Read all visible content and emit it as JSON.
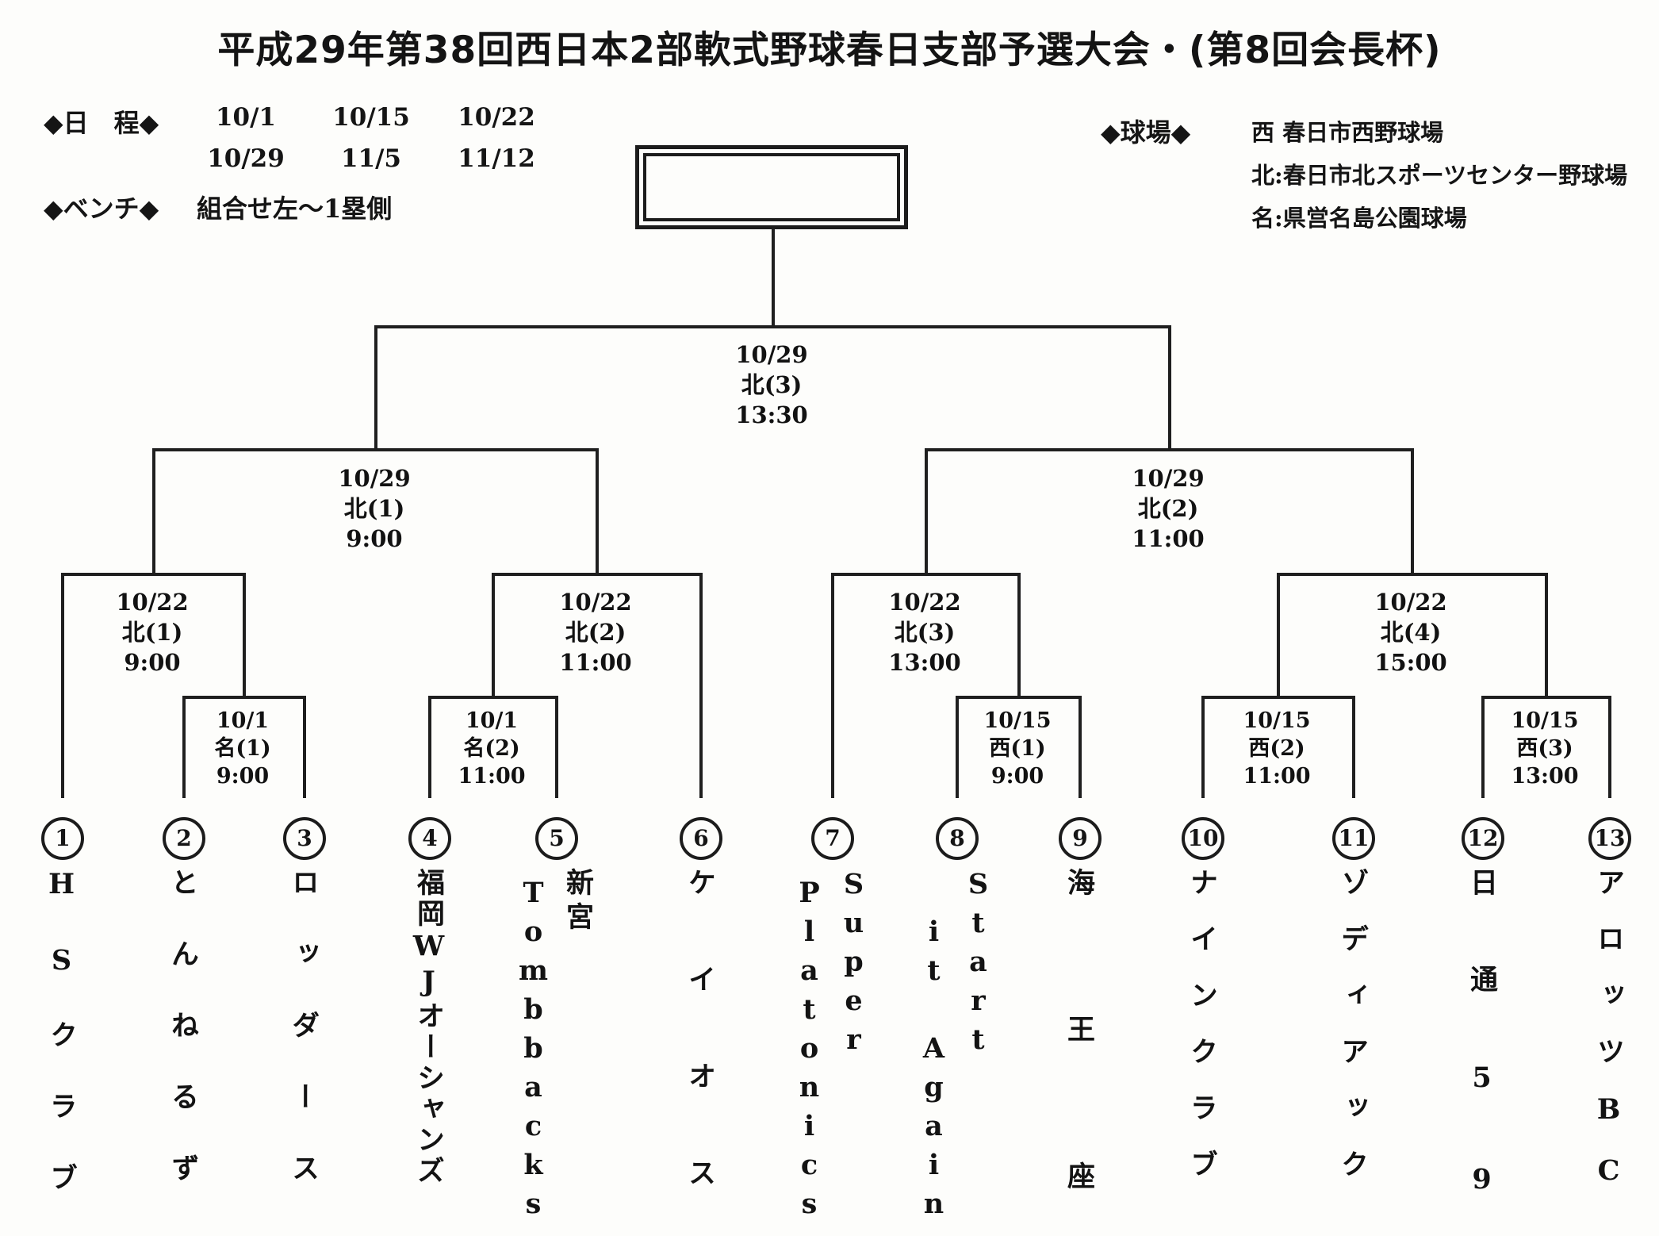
{
  "title": "平成29年第38回西日本2部軟式野球春日支部予選大会・(第8回会長杯)",
  "info": {
    "schedule_label": "◆日　程◆",
    "schedule_rows": [
      [
        "10/1",
        "10/15",
        "10/22"
      ],
      [
        "10/29",
        "11/5",
        "11/12"
      ]
    ],
    "bench_label": "◆ベンチ◆",
    "bench_value": "組合せ左～1塁側",
    "venue_label": "◆球場◆",
    "venues": [
      "西 春日市西野球場",
      "北:春日市北スポーツセンター野球場",
      "名:県営名島公園球場"
    ]
  },
  "champion_box_text": "",
  "matches": {
    "final": {
      "date": "10/29",
      "venue": "北(3)",
      "time": "13:30"
    },
    "semifinals": [
      {
        "date": "10/29",
        "venue": "北(1)",
        "time": "9:00"
      },
      {
        "date": "10/29",
        "venue": "北(2)",
        "time": "11:00"
      }
    ],
    "quarterfinals": [
      {
        "date": "10/22",
        "venue": "北(1)",
        "time": "9:00"
      },
      {
        "date": "10/22",
        "venue": "北(2)",
        "time": "11:00"
      },
      {
        "date": "10/22",
        "venue": "北(3)",
        "time": "13:00"
      },
      {
        "date": "10/22",
        "venue": "北(4)",
        "time": "15:00"
      }
    ],
    "round1": [
      {
        "date": "10/1",
        "venue": "名(1)",
        "time": "9:00"
      },
      {
        "date": "10/1",
        "venue": "名(2)",
        "time": "11:00"
      },
      {
        "date": "10/15",
        "venue": "西(1)",
        "time": "9:00"
      },
      {
        "date": "10/15",
        "venue": "西(2)",
        "time": "11:00"
      },
      {
        "date": "10/15",
        "venue": "西(3)",
        "time": "13:00"
      }
    ]
  },
  "teams": [
    {
      "num": "1",
      "name": "HSクラブ",
      "columns": [
        "HSクラブ"
      ]
    },
    {
      "num": "2",
      "name": "とんねるず",
      "columns": [
        "とんねるず"
      ]
    },
    {
      "num": "3",
      "name": "ロッダース",
      "columns": [
        "ロッダース"
      ]
    },
    {
      "num": "4",
      "name": "福岡WJオーシャンズ",
      "columns": [
        "福岡WJオーシャンズ"
      ]
    },
    {
      "num": "5",
      "name": "新宮Tombbacks",
      "columns": [
        "新宮",
        "Tombbacks"
      ]
    },
    {
      "num": "6",
      "name": "ケイオス",
      "columns": [
        "ケイオス"
      ]
    },
    {
      "num": "7",
      "name": "Super Platonics",
      "columns": [
        "Super",
        "Platonics"
      ]
    },
    {
      "num": "8",
      "name": "Start it Again",
      "columns": [
        "Start",
        "it Again"
      ]
    },
    {
      "num": "9",
      "name": "海王座",
      "columns": [
        "海王座"
      ]
    },
    {
      "num": "10",
      "name": "ナインクラブ",
      "columns": [
        "ナインクラブ"
      ]
    },
    {
      "num": "11",
      "name": "ゾディアック",
      "columns": [
        "ゾディアック"
      ]
    },
    {
      "num": "12",
      "name": "日通59",
      "columns": [
        "日通59"
      ]
    },
    {
      "num": "13",
      "name": "アロッツBC",
      "columns": [
        "アロッツBC"
      ]
    }
  ]
}
